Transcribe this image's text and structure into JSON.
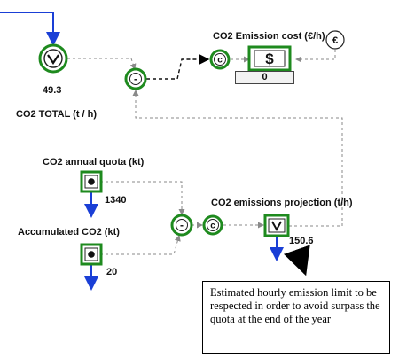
{
  "labels": {
    "co2_total": "CO2 TOTAL (t / h)",
    "co2_total_value": "49.3",
    "emission_cost": "CO2 Emission cost (€/h)",
    "emission_cost_value": "0",
    "annual_quota": "CO2 annual quota (kt)",
    "annual_quota_value": "1340",
    "accumulated": "Accumulated CO2 (kt)",
    "accumulated_value": "20",
    "projection": "CO2 emissions projection (t/h)",
    "projection_value": "150.6"
  },
  "symbols": {
    "minus": "-",
    "constant": "c",
    "dollar": "$",
    "euro": "€"
  },
  "callout": {
    "text": "Estimated hourly emission limit to be respected in order to avoid surpass the quota at the end of the year"
  },
  "colors": {
    "node_green": "#1e8a1e",
    "flow_blue": "#1a3fd6",
    "dashed_gray": "#8a8a8a"
  }
}
